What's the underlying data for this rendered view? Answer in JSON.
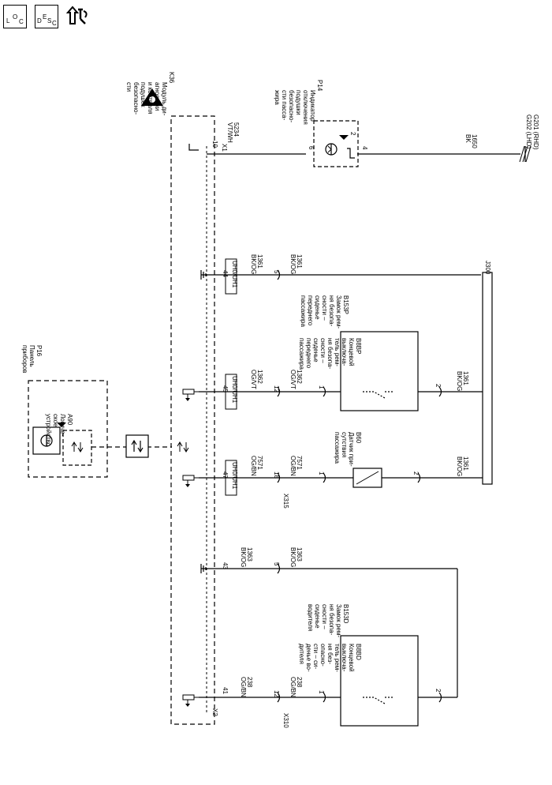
{
  "toolbar": {
    "loc_button": {
      "main": "L",
      "sub1": "O",
      "sub2": "C"
    },
    "desc_button": {
      "main": "D",
      "sub1": "E",
      "sub2": "S",
      "sub3": "C"
    }
  },
  "modules": {
    "k36": {
      "ref": "K36",
      "lines": [
        "Модуль ди-",
        "агностики",
        "и контроля",
        "подушек",
        "безопасно-",
        "сти"
      ]
    },
    "p14": {
      "ref": "P14",
      "lines": [
        "Индикатор",
        "отключения",
        "подушки",
        "безопасно-",
        "сти пасса-",
        "жира"
      ]
    },
    "p16": {
      "ref": "P16",
      "lines": [
        "Панель",
        "приборов"
      ]
    },
    "a90": {
      "ref": "A90",
      "lines": [
        "Логиче-",
        "ское",
        "устройство"
      ]
    },
    "b153p": {
      "ref": "B153P",
      "lines": [
        "Замок рем-",
        "ня безопа-",
        "сности –",
        "сиденье",
        "переднего",
        "пассажира"
      ]
    },
    "b8bp": {
      "ref": "B8BP",
      "lines": [
        "Концевой",
        "выключа-",
        "тель рем-",
        "ня безопа-",
        "сности –",
        "сиденье",
        "переднего",
        "пассажира"
      ]
    },
    "b60": {
      "ref": "B60",
      "lines": [
        "Датчик при-",
        "сутствия",
        "пассажира"
      ]
    },
    "b153d": {
      "ref": "B153D",
      "lines": [
        "Замок рем-",
        "ня безопа-",
        "сности –",
        "сиденье",
        "водителя"
      ]
    },
    "b8bd": {
      "ref": "B8BD",
      "lines": [
        "Концевой",
        "выключа-",
        "тель рем-",
        "ня без-",
        "опасно-",
        "сти – си-",
        "денье во-",
        "дителя"
      ]
    }
  },
  "connectors": {
    "x1": "X1",
    "x2": "X2",
    "x310": "X310",
    "x315": "X315",
    "j300": "J300"
  },
  "uh_label": "UH0/UH1",
  "ground": {
    "g201": "G201 (RHD)",
    "g202": "G202 (LHD)"
  },
  "wires": {
    "w5234": {
      "num": "5234",
      "color": "VT/WH"
    },
    "w1650": {
      "num": "1650",
      "color": "BK"
    },
    "w1361": {
      "num": "1361",
      "color": "BK/OG"
    },
    "w1362": {
      "num": "1362",
      "color": "OG/VT"
    },
    "w7571": {
      "num": "7571",
      "color": "OG/BN"
    },
    "w1363": {
      "num": "1363",
      "color": "BK/OG"
    },
    "w238": {
      "num": "238",
      "color": "OG/BN"
    }
  },
  "pins": {
    "k36_10": "10",
    "p14_6": "6",
    "p14_4": "4",
    "p14_2": "2",
    "k36_44": "44",
    "k36_45": "45",
    "k36_47": "47",
    "k36_43": "43",
    "k36_41": "41",
    "x_5a": "5",
    "x_12a": "12",
    "x_18": "18",
    "x_5b": "5",
    "x_12b": "12",
    "b8bp_1": "1",
    "b8bp_2": "2",
    "b60_1": "1",
    "b60_2": "2",
    "b8bd_1": "1",
    "b8bd_2": "2"
  }
}
